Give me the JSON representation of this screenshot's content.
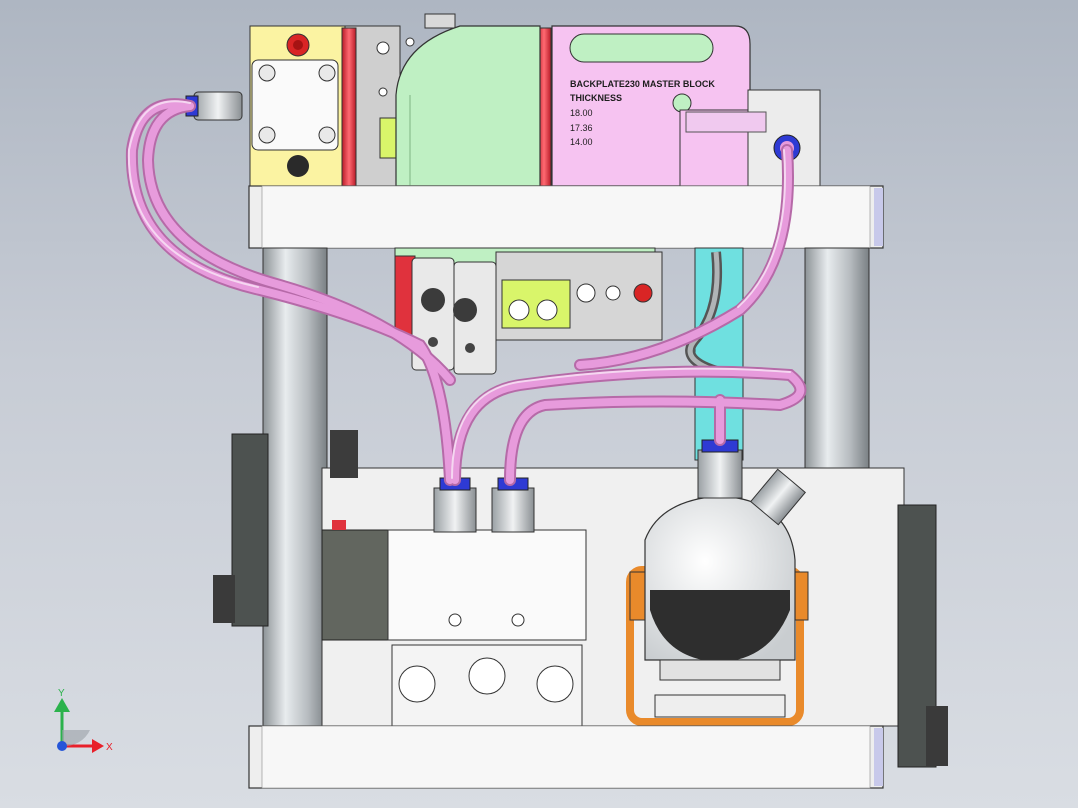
{
  "view": "isometric-front",
  "plate_label": {
    "line1": "BACKPLATE230  MASTER BLOCK",
    "line2": "THICKNESS",
    "values": [
      "18.00",
      "17.36",
      "14.00"
    ]
  },
  "triad": {
    "x_label": "X",
    "y_label": "Y",
    "x_color": "#e8202a",
    "y_color": "#2bb24c",
    "z_color": "#2455d8"
  },
  "colors": {
    "tube": "#e79bdc",
    "plate_pink": "#f6c3f1",
    "block_green": "#bff0c3",
    "block_yellow": "#fbf3a2",
    "lime": "#d9f56a",
    "cyan": "#6fe0e0",
    "orange_bracket": "#e98a2b",
    "rod_red": "#e0323d",
    "frame_plate": "#eeeeee"
  }
}
